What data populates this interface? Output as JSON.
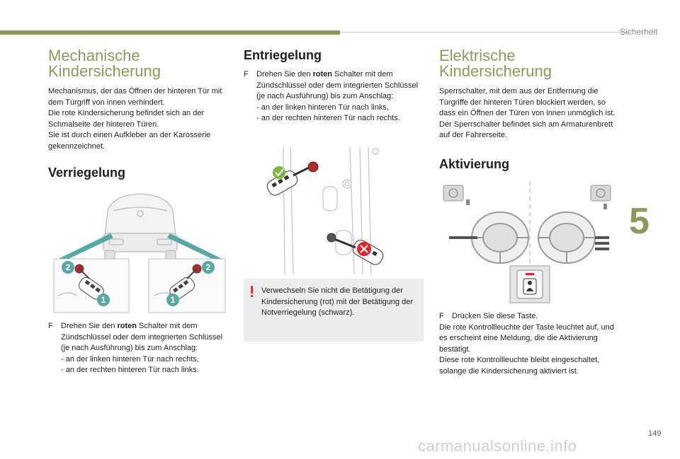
{
  "header": {
    "section_label": "Sicherheit",
    "chapter_number": "5",
    "page_number": "149",
    "watermark": "carmanualsonline.info",
    "accent_color": "#8b9a5a"
  },
  "col1": {
    "title_line1": "Mechanische",
    "title_line2": "Kindersicherung",
    "para1": "Mechanismus, der das Öffnen der hinteren Tür mit dem Türgriff von innen verhindert.",
    "para2": "Die rote Kindersicherung befindet sich an der Schmalseite der hinteren Türen.",
    "para3": "Sie ist durch einen Aufkleber an der Karosserie gekennzeichnet.",
    "subtitle": "Verriegelung",
    "figure_badges": [
      "2",
      "1",
      "2",
      "1"
    ],
    "bullet_symbol": "F",
    "bullet_pre": "Drehen Sie den ",
    "bullet_bold": "roten",
    "bullet_post": " Schalter mit dem Zündschlüssel oder dem integrierten Schlüssel (je nach Ausführung) bis zum Anschlag:",
    "sub1": "-  an der linken hinteren Tür nach rechts,",
    "sub2": "-  an der rechten hinteren Tür nach links."
  },
  "col2": {
    "title": "Entriegelung",
    "bullet_symbol": "F",
    "bullet_pre": "Drehen Sie den ",
    "bullet_bold": "roten",
    "bullet_post": " Schalter mit dem Zündschlüssel oder dem integrierten Schlüssel (je nach Ausführung) bis zum Anschlag:",
    "sub1": "-  an der linken hinteren Tür nach links,",
    "sub2": "-  an der rechten hinteren Tür nach rechts.",
    "warning_icon": "!",
    "warning_text": "Verwechseln Sie nicht die Betätigung der Kindersicherung (rot) mit der Betätigung der Notverriegelung (schwarz)."
  },
  "col3": {
    "title_line1": "Elektrische",
    "title_line2": "Kindersicherung",
    "para1": "Sperrschalter, mit dem aus der Entfernung die Türgriffe der hinteren Türen blockiert werden, so dass ein Öffnen der Türen von innen unmöglich ist.",
    "para2": "Der Sperrschalter befindet sich am Armaturenbrett auf der Fahrerseite.",
    "subtitle": "Aktivierung",
    "bullet_symbol": "F",
    "bullet_text": "Drücken Sie diese Taste.",
    "para3": "Die rote Kontrollleuchte der Taste leuchtet auf, und es erscheint eine Meldung, die die Aktivierung bestätigt.",
    "para4": "Diese rote Kontrollleuchte bleibt eingeschaltet, solange die Kindersicherung aktiviert ist."
  }
}
